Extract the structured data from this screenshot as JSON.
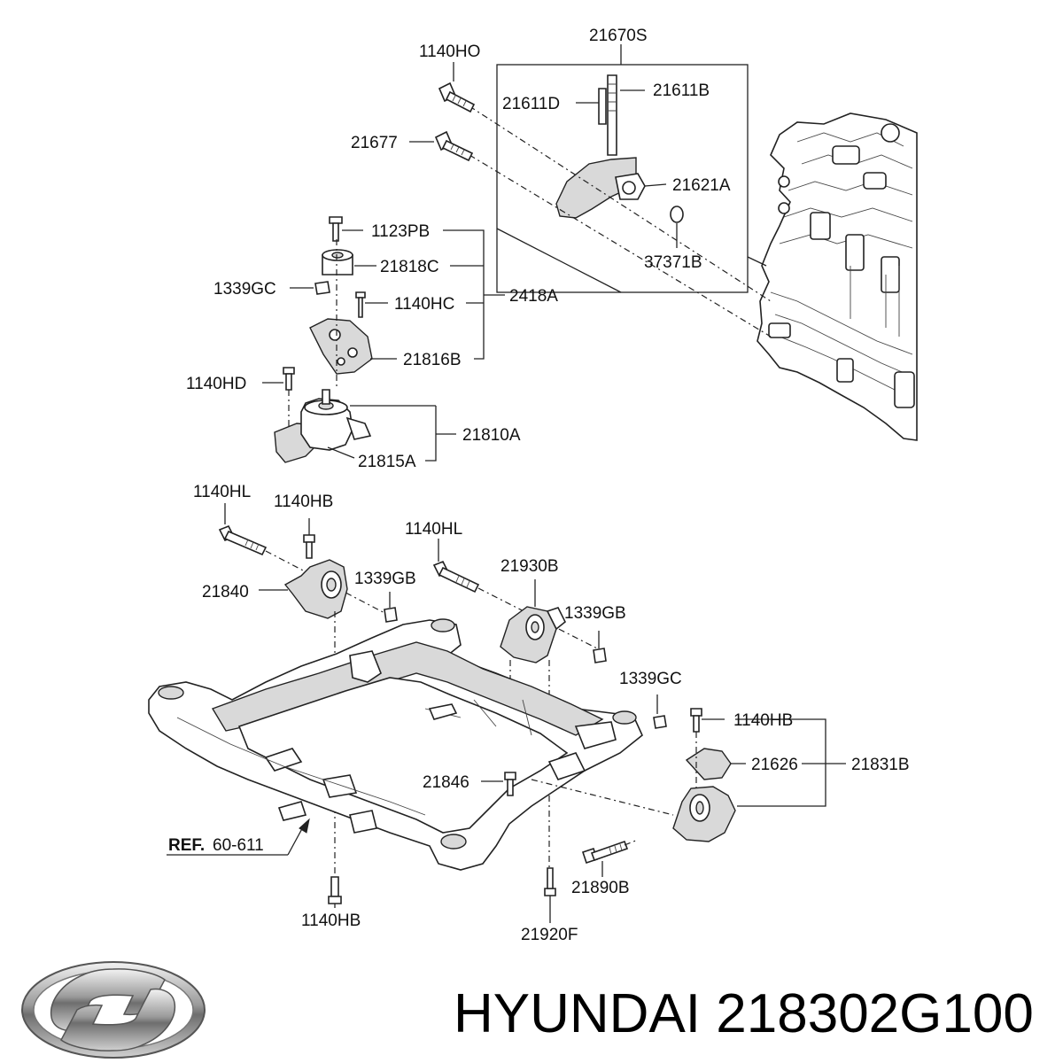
{
  "caption": {
    "brand": "HYUNDAI",
    "part_number": "218302G100"
  },
  "labels": {
    "l_21670S": "21670S",
    "l_1140HO": "1140HO",
    "l_21611D": "21611D",
    "l_21611B": "21611B",
    "l_21677": "21677",
    "l_21621A": "21621A",
    "l_37371B": "37371B",
    "l_1123PB": "1123PB",
    "l_21818C": "21818C",
    "l_1339GC_top": "1339GC",
    "l_2418A": "2418A",
    "l_1140HC": "1140HC",
    "l_21816B": "21816B",
    "l_1140HD": "1140HD",
    "l_21810A": "21810A",
    "l_21815A": "21815A",
    "l_1140HL_left": "1140HL",
    "l_1140HB_top": "1140HB",
    "l_1140HL_mid": "1140HL",
    "l_21930B": "21930B",
    "l_21840": "21840",
    "l_1339GB_left": "1339GB",
    "l_1339GB_right": "1339GB",
    "l_1339GC_right": "1339GC",
    "l_1140HB_right": "1140HB",
    "l_21626": "21626",
    "l_21831B": "21831B",
    "l_21846": "21846",
    "l_ref_bold": "REF.",
    "l_ref_num": "60-611",
    "l_21890B": "21890B",
    "l_1140HB_bottom": "1140HB",
    "l_21920F": "21920F"
  },
  "logo": {
    "name": "hyundai-logo"
  }
}
